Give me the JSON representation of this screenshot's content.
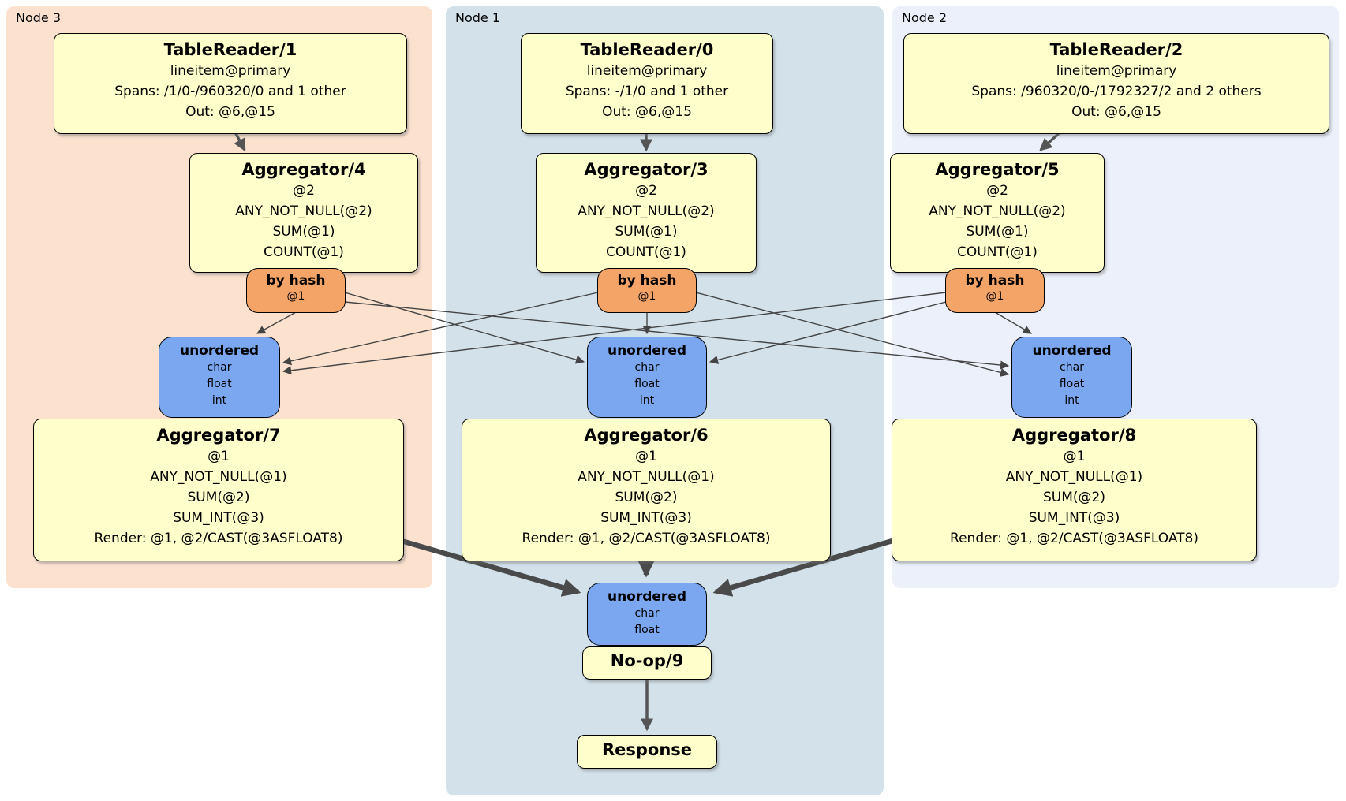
{
  "regions": [
    {
      "label": "Node 3"
    },
    {
      "label": "Node 1"
    },
    {
      "label": "Node 2"
    }
  ],
  "colors": {
    "node3_bg": "#fce1cf",
    "node1_bg": "#d2e1ea",
    "node2_bg": "#ecf0fb",
    "operator_bg": "#ffffcc",
    "router_bg": "#f4a467",
    "sync_bg": "#7aa7f0",
    "edge": "#4a4a4a"
  },
  "nodes": {
    "tr1": {
      "title": "TableReader/1",
      "lines": [
        "lineitem@primary",
        "Spans: /1/0-/960320/0 and 1 other",
        "Out: @6,@15"
      ]
    },
    "tr0": {
      "title": "TableReader/0",
      "lines": [
        "lineitem@primary",
        "Spans: -/1/0 and 1 other",
        "Out: @6,@15"
      ]
    },
    "tr2": {
      "title": "TableReader/2",
      "lines": [
        "lineitem@primary",
        "Spans: /960320/0-/1792327/2 and 2 others",
        "Out: @6,@15"
      ]
    },
    "agg4": {
      "title": "Aggregator/4",
      "lines": [
        "@2",
        "ANY_NOT_NULL(@2)",
        "SUM(@1)",
        "COUNT(@1)"
      ]
    },
    "agg3": {
      "title": "Aggregator/3",
      "lines": [
        "@2",
        "ANY_NOT_NULL(@2)",
        "SUM(@1)",
        "COUNT(@1)"
      ]
    },
    "agg5": {
      "title": "Aggregator/5",
      "lines": [
        "@2",
        "ANY_NOT_NULL(@2)",
        "SUM(@1)",
        "COUNT(@1)"
      ]
    },
    "agg7": {
      "title": "Aggregator/7",
      "lines": [
        "@1",
        "ANY_NOT_NULL(@1)",
        "SUM(@2)",
        "SUM_INT(@3)",
        "Render: @1, @2/CAST(@3ASFLOAT8)"
      ]
    },
    "agg6": {
      "title": "Aggregator/6",
      "lines": [
        "@1",
        "ANY_NOT_NULL(@1)",
        "SUM(@2)",
        "SUM_INT(@3)",
        "Render: @1, @2/CAST(@3ASFLOAT8)"
      ]
    },
    "agg8": {
      "title": "Aggregator/8",
      "lines": [
        "@1",
        "ANY_NOT_NULL(@1)",
        "SUM(@2)",
        "SUM_INT(@3)",
        "Render: @1, @2/CAST(@3ASFLOAT8)"
      ]
    },
    "router_left": {
      "title": "by hash",
      "lines": [
        "@1"
      ]
    },
    "router_center": {
      "title": "by hash",
      "lines": [
        "@1"
      ]
    },
    "router_right": {
      "title": "by hash",
      "lines": [
        "@1"
      ]
    },
    "sync_left": {
      "title": "unordered",
      "lines": [
        "char",
        "float",
        "int"
      ]
    },
    "sync_center": {
      "title": "unordered",
      "lines": [
        "char",
        "float",
        "int"
      ]
    },
    "sync_right": {
      "title": "unordered",
      "lines": [
        "char",
        "float",
        "int"
      ]
    },
    "sync_final": {
      "title": "unordered",
      "lines": [
        "char",
        "float"
      ]
    },
    "noop": {
      "title": "No-op/9"
    },
    "response": {
      "title": "Response"
    }
  }
}
